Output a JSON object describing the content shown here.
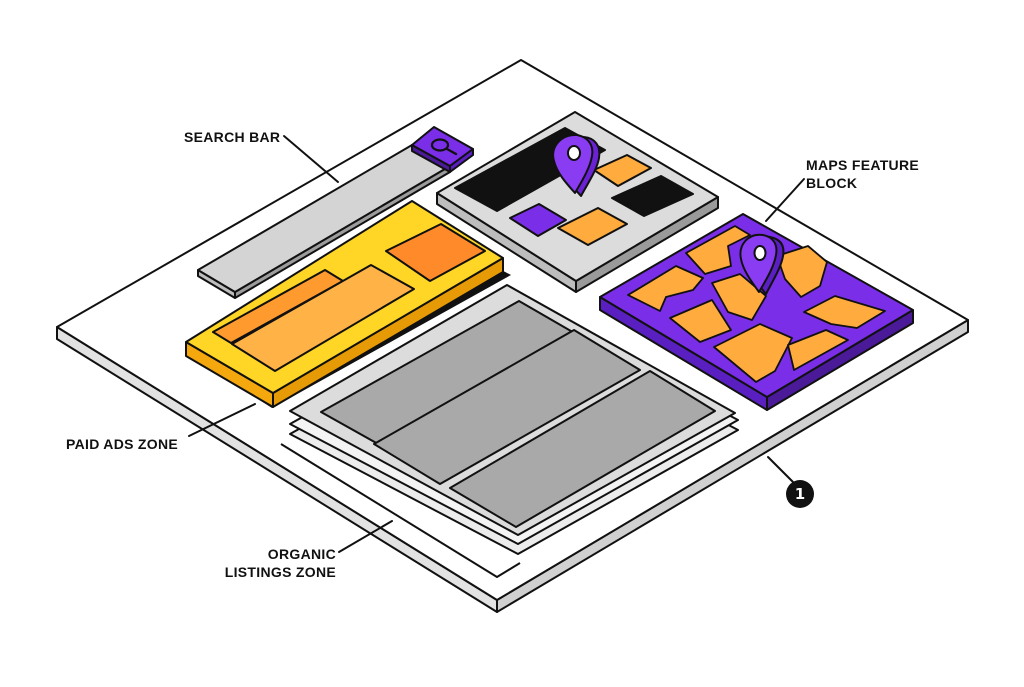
{
  "labels": {
    "search_bar": "SEARCH BAR",
    "maps_feature_block_line1": "MAPS FEATURE",
    "maps_feature_block_line2": "BLOCK",
    "paid_ads_zone": "PAID ADS ZONE",
    "organic_listings_line1": "ORGANIC",
    "organic_listings_line2": "LISTINGS ZONE",
    "badge": "1"
  },
  "colors": {
    "outline": "#111111",
    "page": "#ffffff",
    "page_side": "#e6e6e6",
    "gray_panel": "#d4d4d4",
    "gray_dark": "#a9a9a9",
    "yellow": "#ffd526",
    "orange": "#ff8a2a",
    "light_orange": "#ffb347",
    "purple": "#7a2ee8",
    "black": "#111111"
  },
  "icons": [
    "search-icon",
    "map-pin-icon"
  ]
}
